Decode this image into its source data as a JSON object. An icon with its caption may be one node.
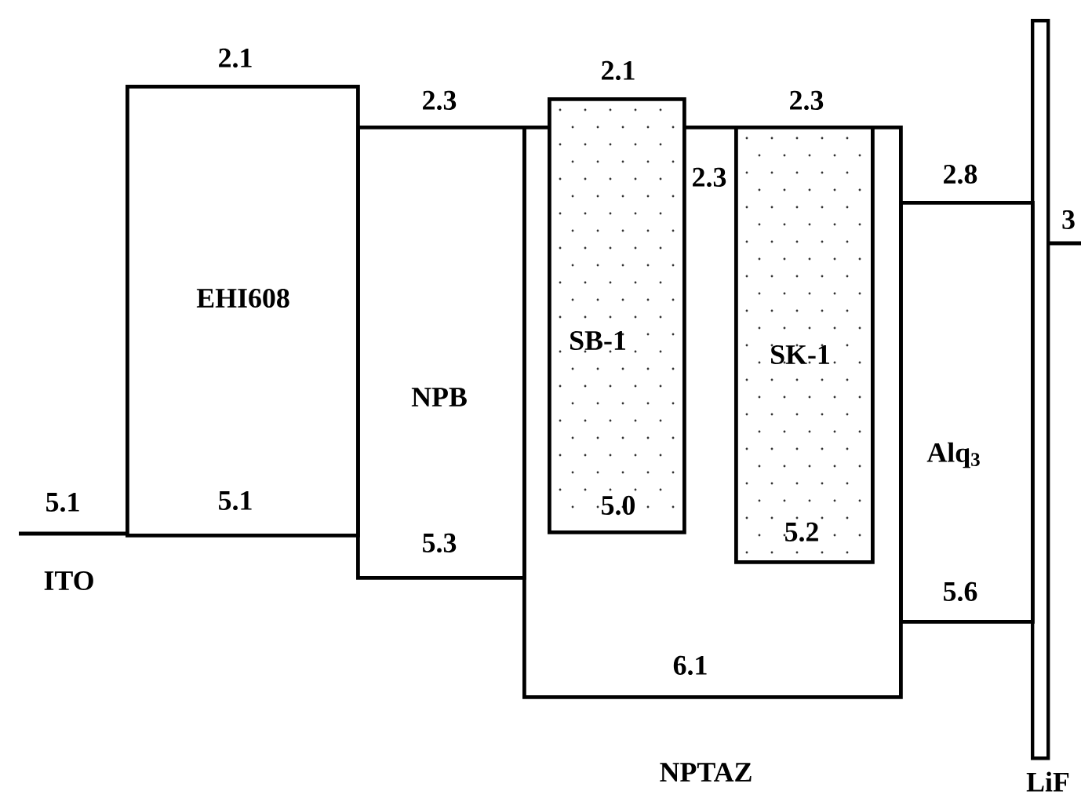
{
  "diagram": {
    "nodes": [
      {
        "text": [
          "5.1",
          "ITO"
        ]
      },
      {
        "text": [
          "2.1",
          "EHI608",
          "5.1"
        ]
      },
      {
        "text": [
          "2.3",
          "NPB",
          "5.3"
        ]
      },
      {
        "text": [
          "2.3",
          "6.1",
          "NPTAZ"
        ]
      },
      {
        "text": [
          "2.1",
          "SB-1",
          "5.0"
        ]
      },
      {
        "text": [
          "2.3",
          "SK-1",
          "5.2"
        ],
        "in": 3
      },
      {
        "text": [
          "2.8",
          "Alq$_{3}$",
          "5.6"
        ]
      },
      {
        "text": [
          "LiF"
        ]
      }
    ],
    "labels": [
      "3"
    ]
  }
}
